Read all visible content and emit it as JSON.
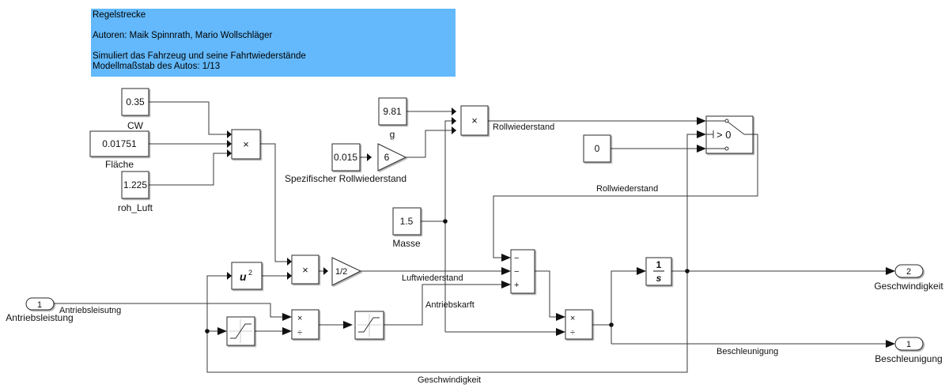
{
  "annotation": {
    "title": "Regelstrecke",
    "authors": "Autoren: Maik Spinnrath, Mario Wollschläger",
    "description": "Simuliert das Fahrzeug und seine Fahrtwiederstände",
    "scale": "Modellmaßstab des Autos: 1/13",
    "color": "#63b9fb"
  },
  "blocks": {
    "cw": {
      "value": "0.35",
      "name": "CW"
    },
    "flaeche": {
      "value": "0.01751",
      "name": "Fläche"
    },
    "roh_luft": {
      "value": "1.225",
      "name": "roh_Luft"
    },
    "g": {
      "value": "9.81",
      "name": "g"
    },
    "spez_roll": {
      "value": "0.015",
      "name": "Spezifischer Rollwiederstand"
    },
    "gain6": {
      "value": "6"
    },
    "masse": {
      "value": "1.5",
      "name": "Masse"
    },
    "zero": {
      "value": "0"
    },
    "half": {
      "value": "1/2"
    },
    "square": {
      "value": "u",
      "sup": "2"
    },
    "product": {
      "symbol": "×"
    },
    "divide": {
      "symbol": "÷"
    },
    "switch": {
      "criteria": "> 0"
    },
    "sum": {
      "signs": [
        "−",
        "−",
        "+"
      ]
    },
    "integrator": {
      "num": "1",
      "den": "s"
    }
  },
  "ports": {
    "in1": {
      "number": "1",
      "name": "Antriebsleistung"
    },
    "out2": {
      "number": "2",
      "name": "Geschwindigkeit"
    },
    "out1": {
      "number": "1",
      "name": "Beschleunigung"
    }
  },
  "signals": {
    "rollwiderstand_1": "Rollwiederstand",
    "rollwiderstand_2": "Rollwiederstand",
    "luftwiderstand": "Luftwiederstand",
    "antriebsleistung": "Antriebsleisutng",
    "antriebskraft": "Antriebskarft",
    "geschwindigkeit": "Geschwindigkeit",
    "beschleunigung": "Beschleunigung"
  }
}
